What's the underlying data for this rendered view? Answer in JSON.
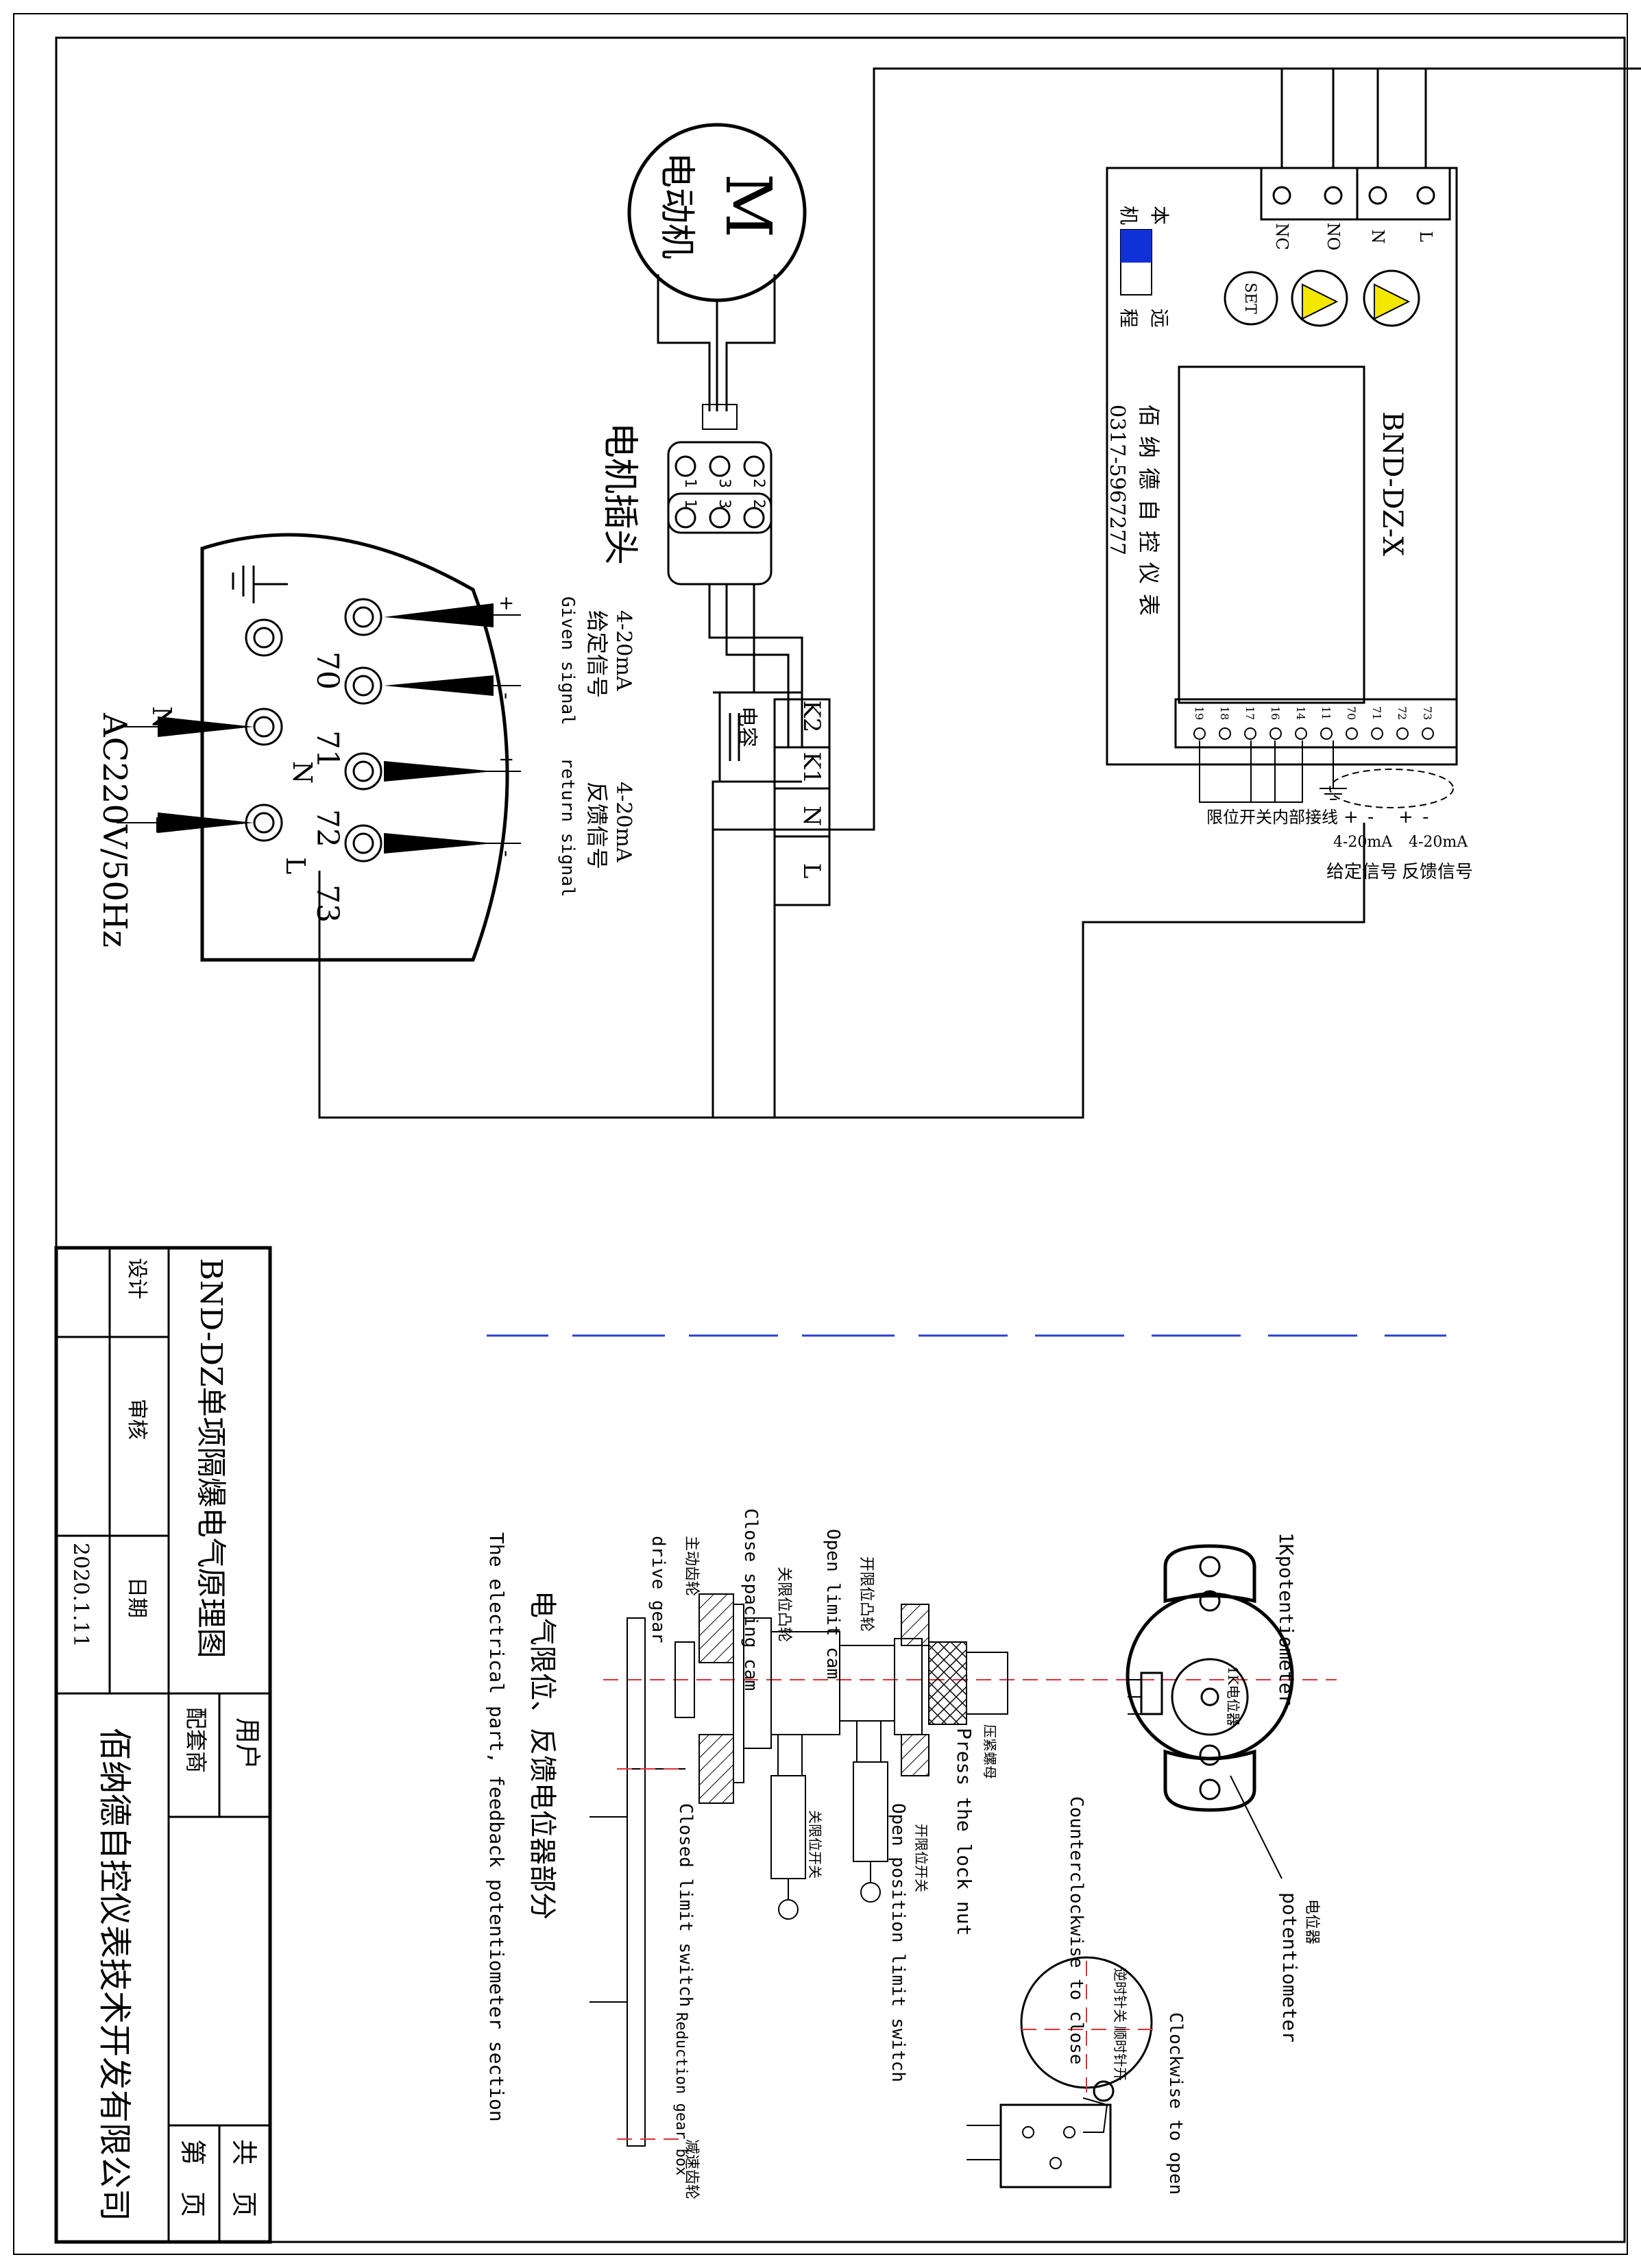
{
  "motor": {
    "symbol": "M",
    "label": "电动机"
  },
  "motor_plug": {
    "label": "电机插头",
    "pins_top": [
      "2",
      "3",
      "1"
    ],
    "pins_bottom": [
      "2",
      "3",
      "1"
    ]
  },
  "capacitor": {
    "label": "电容"
  },
  "wiring_terminals": [
    "K2",
    "K1",
    "N",
    "L"
  ],
  "round_terminal": {
    "given_range": "4-20mA",
    "given_cn": "给定信号",
    "given_en": "Given signal",
    "return_range": "4-20mA",
    "return_cn": "反馈信号",
    "return_en": "return signal",
    "plus": "+",
    "minus": "-",
    "numbers": [
      "70",
      "71",
      "72",
      "73"
    ],
    "n_label": "N",
    "l_label": "L",
    "n_in": "N",
    "l_in": "L",
    "power": "AC220V/50Hz"
  },
  "controller": {
    "model": "BND-DZ-X",
    "company": "佰纳德自控仪表",
    "phone": "0317-5967277",
    "mode_local": "本",
    "mode_local2": "机",
    "mode_remote": "远",
    "mode_remote2": "程",
    "set_button": "SET",
    "relay_terminals": [
      "NC",
      "NO",
      "N",
      "L"
    ],
    "io_terminals": [
      "19",
      "18",
      "17",
      "16",
      "14",
      "11",
      "70",
      "71",
      "72",
      "73"
    ],
    "limit_switch_note": "限位开关内部接线",
    "given_range": "4-20mA",
    "given_label": "给定信号",
    "return_range": "4-20mA",
    "return_label": "反馈信号",
    "plus": "+",
    "minus": "-"
  },
  "title_block": {
    "title": "BND-DZ单项隔爆电气原理图",
    "design": "设计",
    "review": "审核",
    "date_label": "日期",
    "date": "2020.1.11",
    "user": "用户",
    "dealer": "配套商",
    "company": "佰纳德自控仪表技术开发有限公司",
    "total_pages": "共　页",
    "page_no": "第　页"
  },
  "limit_section": {
    "title_cn": "电气限位、反馈电位器部分",
    "title_en": "The electrical part, feedback potentiometer section",
    "drive_gear": "drive gear",
    "drive_gear_cn": "主动齿轮",
    "close_cam": "Close spacing cam",
    "close_cam_cn": "关限位凸轮",
    "open_cam": "Open limit cam",
    "open_cam_cn": "开限位凸轮",
    "press_nut": "Press the lock nut",
    "press_nut_cn": "压紧螺母",
    "closed_switch": "Closed limit switch",
    "open_switch": "Open position limit switch",
    "open_switch_cn": "开限位开关",
    "close_switch_cn": "关限位开关",
    "pot_top": "1Kpotentiometer",
    "pot_center": "1K电位器",
    "pot_side": "potentiometer",
    "pot_side_cn": "电位器",
    "ccw_close": "Counterclockwise to close",
    "cw_open": "Clockwise to open",
    "ccw_cn": "逆时针关",
    "cw_cn": "顺时针开",
    "reduction": "Reduction gear box",
    "reduction_cn": "减速齿轮"
  }
}
